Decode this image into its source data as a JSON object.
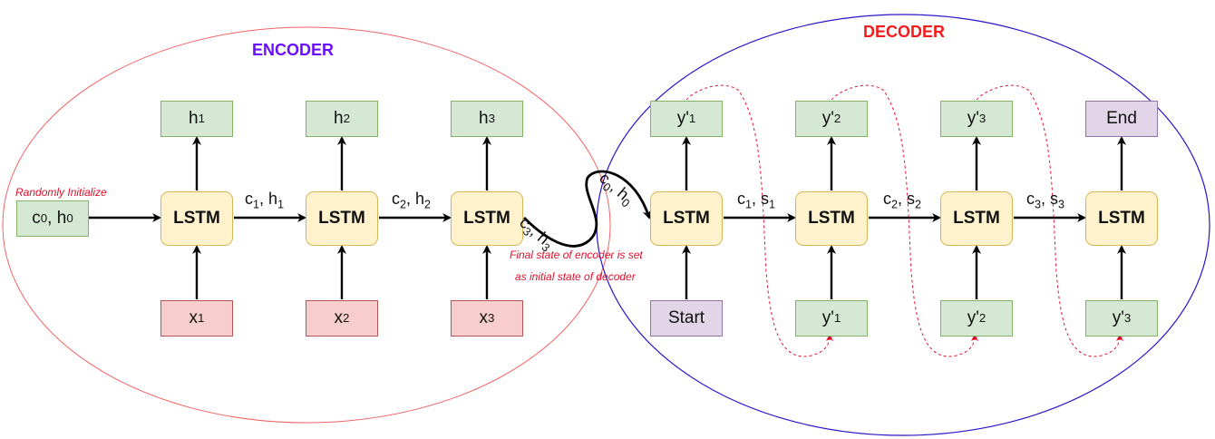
{
  "titles": {
    "encoder": "ENCODER",
    "decoder": "DECODER"
  },
  "colors": {
    "encoder_ellipse": "#f06464",
    "decoder_ellipse": "#2a16c8",
    "encoder_title": "#6a0dff",
    "decoder_title": "#f21a1a",
    "note": "#e0102b"
  },
  "notes": {
    "random_init": "Randomly Initialize",
    "final_state_line1": "Final state of encoder is set",
    "final_state_line2": "as initial state of decoder"
  },
  "init_state": {
    "c": "c",
    "c_sub": "0",
    "h": "h",
    "h_sub": "0"
  },
  "lstm_label": "LSTM",
  "encoder": {
    "inputs": [
      {
        "v": "x",
        "s": "1"
      },
      {
        "v": "x",
        "s": "2"
      },
      {
        "v": "x",
        "s": "3"
      }
    ],
    "outputs": [
      {
        "v": "h",
        "s": "1"
      },
      {
        "v": "h",
        "s": "2"
      },
      {
        "v": "h",
        "s": "3"
      }
    ],
    "edges": [
      {
        "a": "c",
        "as": "1",
        "b": "h",
        "bs": "1"
      },
      {
        "a": "c",
        "as": "2",
        "b": "h",
        "bs": "2"
      }
    ],
    "final_edge": {
      "a": "c",
      "as": "3",
      "b": "h",
      "bs": "3"
    }
  },
  "bridge_edge": {
    "a": "c",
    "as": "0",
    "b": "h",
    "bs": "0"
  },
  "decoder": {
    "start": "Start",
    "end": "End",
    "inputs": [
      {
        "v": "y'",
        "s": "1"
      },
      {
        "v": "y'",
        "s": "2"
      },
      {
        "v": "y'",
        "s": "3"
      }
    ],
    "outputs": [
      {
        "v": "y'",
        "s": "1"
      },
      {
        "v": "y'",
        "s": "2"
      },
      {
        "v": "y'",
        "s": "3"
      }
    ],
    "edges": [
      {
        "a": "c",
        "as": "1",
        "b": "s",
        "bs": "1"
      },
      {
        "a": "c",
        "as": "2",
        "b": "s",
        "bs": "2"
      },
      {
        "a": "c",
        "as": "3",
        "b": "s",
        "bs": "3"
      }
    ]
  }
}
